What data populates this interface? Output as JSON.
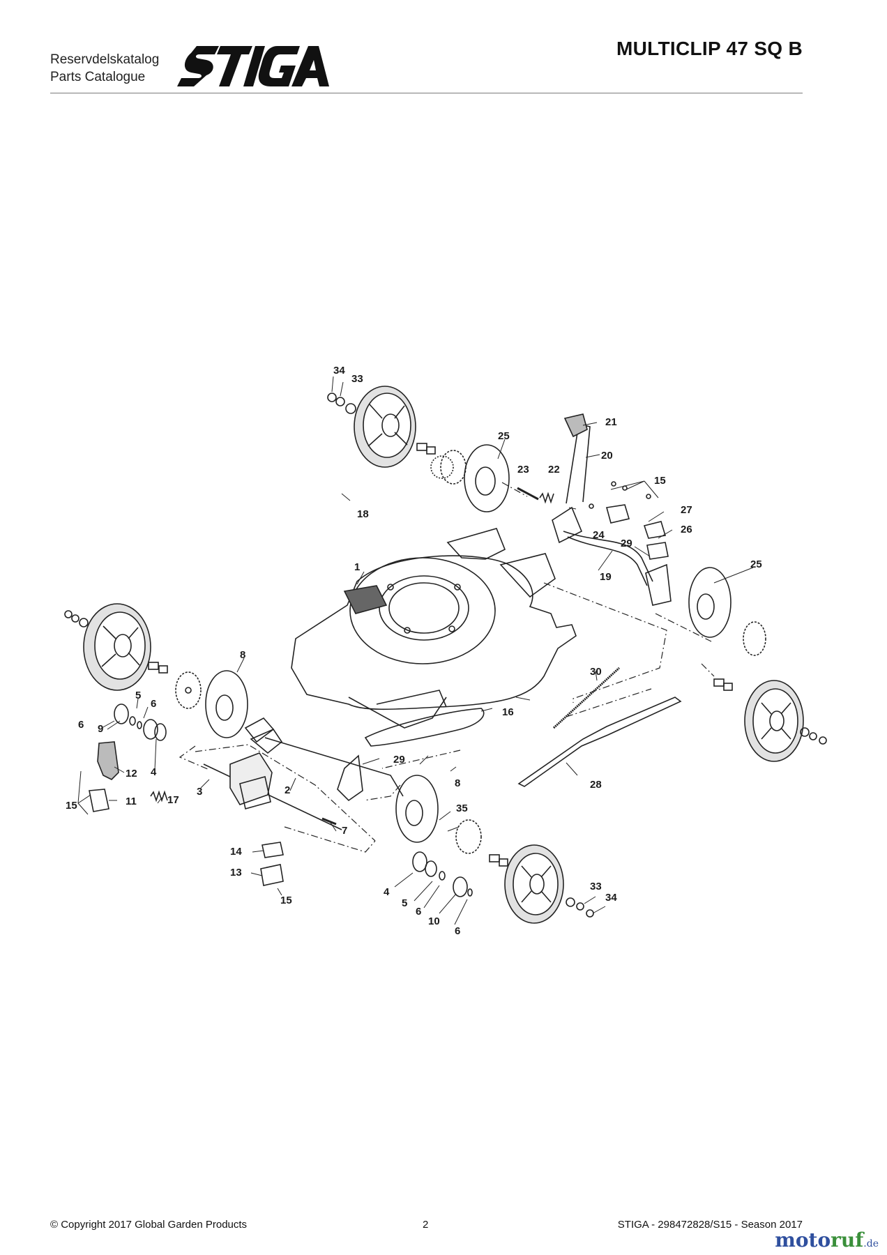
{
  "header": {
    "subtitle_line1": "Reservdelskatalog",
    "subtitle_line2": "Parts Catalogue",
    "logo_text": "STIGA",
    "model": "MULTICLIP 47 SQ B"
  },
  "diagram": {
    "callouts": [
      "1",
      "2",
      "3",
      "4",
      "4",
      "5",
      "5",
      "6",
      "6",
      "6",
      "6",
      "7",
      "8",
      "8",
      "9",
      "10",
      "11",
      "12",
      "13",
      "14",
      "15",
      "15",
      "15",
      "16",
      "17",
      "18",
      "19",
      "20",
      "21",
      "22",
      "23",
      "24",
      "25",
      "25",
      "26",
      "27",
      "28",
      "29",
      "29",
      "30",
      "33",
      "33",
      "34",
      "34",
      "35"
    ]
  },
  "footer": {
    "copyright": "© Copyright 2017 Global Garden Products",
    "page_number": "2",
    "doc_ref": "STIGA - 298472828/S15 - Season 2017"
  },
  "watermark": {
    "part1": "moto",
    "part2": "ruf",
    "part3": ".de"
  },
  "colors": {
    "line": "#222222",
    "wheel_tread": "#d9d9d9",
    "text": "#1a1a1a"
  }
}
